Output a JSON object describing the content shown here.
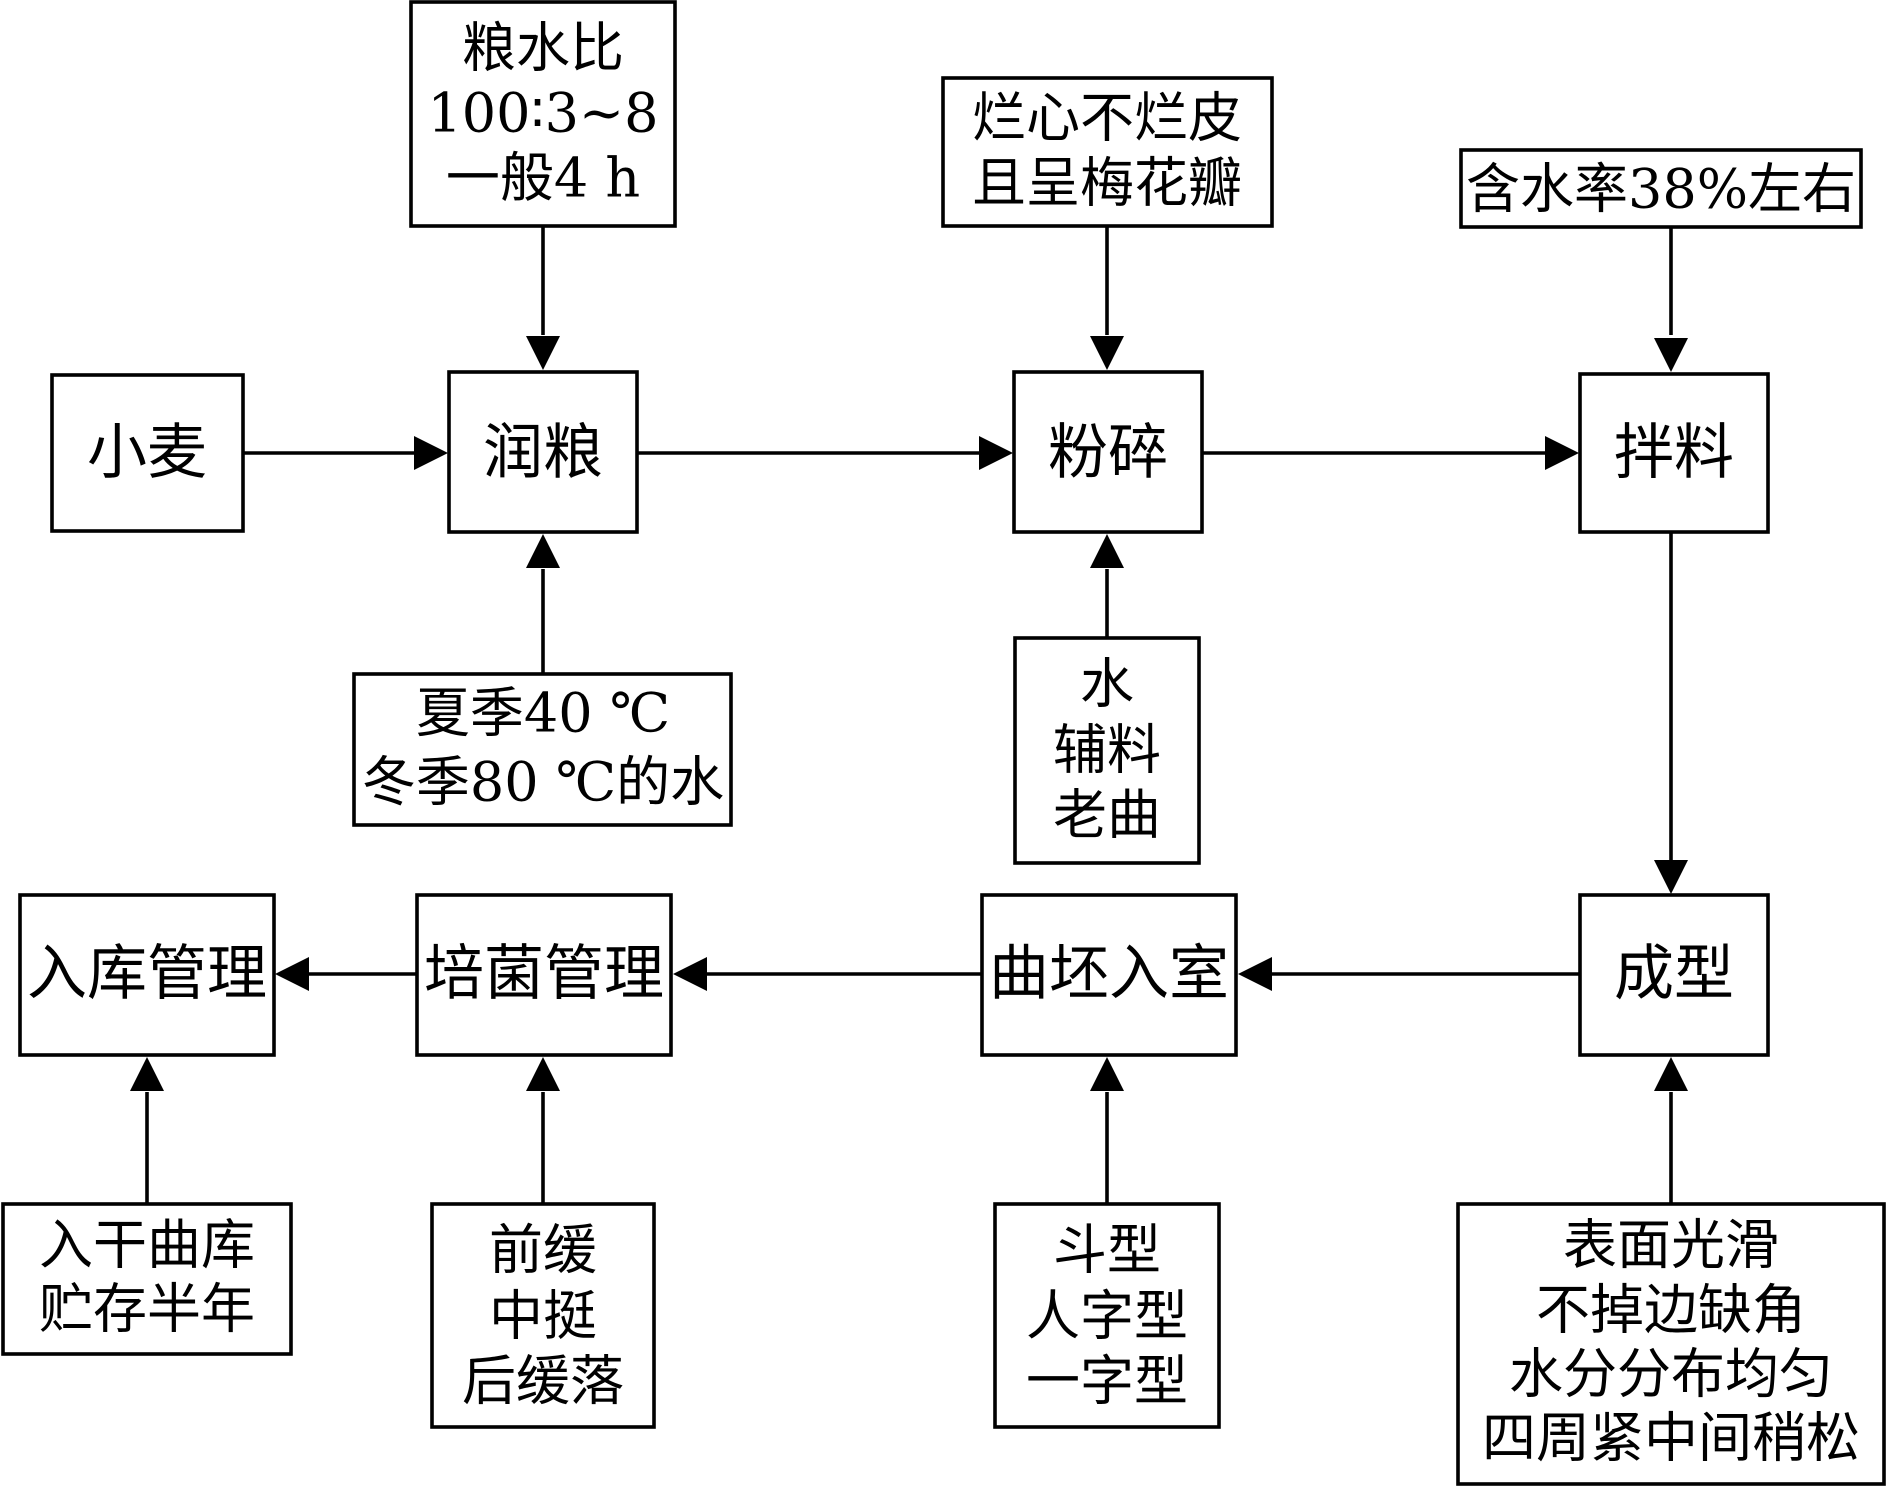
{
  "process": {
    "wheat": "小麦",
    "tempering": "润粮",
    "crushing": "粉碎",
    "mixing": "拌料",
    "forming": "成型",
    "entering_room": "曲坯入室",
    "cultivation": "培菌管理",
    "storage": "入库管理"
  },
  "notes": {
    "grain_water_ratio": [
      "粮水比",
      "100∶3~8",
      "一般4 h"
    ],
    "water_temperature": [
      "夏季40 ℃",
      "冬季80 ℃的水"
    ],
    "crushing_standard": [
      "烂心不烂皮",
      "且呈梅花瓣"
    ],
    "crushing_inputs": [
      "水",
      "辅料",
      "老曲"
    ],
    "moisture_content": [
      "含水率38%左右"
    ],
    "forming_standard": [
      "表面光滑",
      "不掉边缺角",
      "水分分布均匀",
      "四周紧中间稍松"
    ],
    "stacking_types": [
      "斗型",
      "人字型",
      "一字型"
    ],
    "temperature_profile": [
      "前缓",
      "中挺",
      "后缓落"
    ],
    "storage_note": [
      "入干曲库",
      "贮存半年"
    ]
  }
}
